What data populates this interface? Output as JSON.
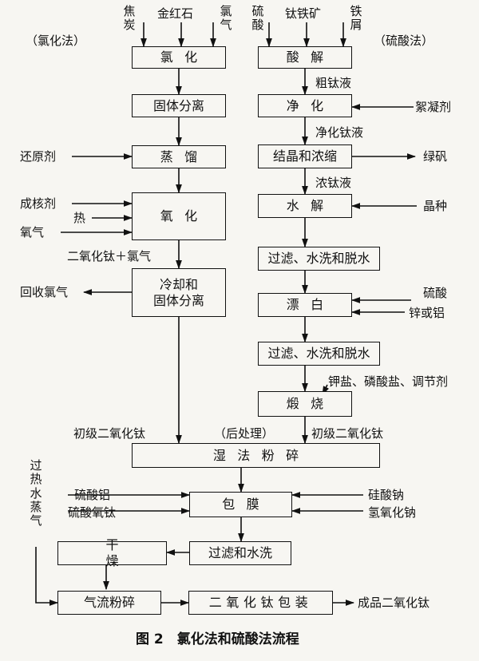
{
  "headers": {
    "chlorination_method": "（氯化法）",
    "sulfuric_method": "（硫酸法）",
    "post_treatment": "（后处理）"
  },
  "inputs": {
    "coke": "焦\n炭",
    "rutile": "金红石",
    "chlorine": "氯\n气",
    "sulfuric_acid_top": "硫\n酸",
    "ilmenite": "钛铁矿",
    "iron_scrap": "铁\n屑",
    "reducing_agent": "还原剂",
    "nucleating_agent": "成核剂",
    "heat": "热",
    "oxygen": "氧气",
    "flocculant": "絮凝剂",
    "seed": "晶种",
    "sulfuric_acid": "硫酸",
    "zinc_or_al": "锌或铝",
    "conditioners": "钾盐、磷酸盐、调节剂",
    "al_sulfate": "硫酸铝",
    "ti_sulfate": "硫酸氧钛",
    "na_silicate": "硅酸钠",
    "naoh": "氢氧化钠",
    "superheated_steam": "过\n热\n水\n蒸\n气"
  },
  "outputs": {
    "recovered_chlorine": "回收氯气",
    "copperas": "绿矾",
    "final_product": "成品二氧化钛"
  },
  "intermediates": {
    "tio2_cl2": "二氧化钛＋氯气",
    "crude_ti": "粗钛液",
    "purified_ti": "净化钛液",
    "conc_ti": "浓钛液",
    "primary_left": "初级二氧化钛",
    "primary_right": "初级二氧化钛"
  },
  "boxes": {
    "chlorination": "氯化",
    "solid_sep": "固体分离",
    "distillation": "蒸馏",
    "oxidation": "氧化",
    "cooling": "冷却和\n固体分离",
    "acid_digestion": "酸解",
    "purification": "净化",
    "crystallization": "结晶和浓缩",
    "hydrolysis": "水解",
    "filter1": "过滤、水洗和脱水",
    "bleaching": "漂白",
    "filter2": "过滤、水洗和脱水",
    "calcination": "煅烧",
    "wet_milling": "湿法粉碎",
    "coating": "包膜",
    "drying": "干燥",
    "filter_wash": "过滤和水洗",
    "jet_milling": "气流粉碎",
    "packaging": "二氧化钛包装"
  },
  "caption": "图 2　氯化法和硫酸法流程"
}
